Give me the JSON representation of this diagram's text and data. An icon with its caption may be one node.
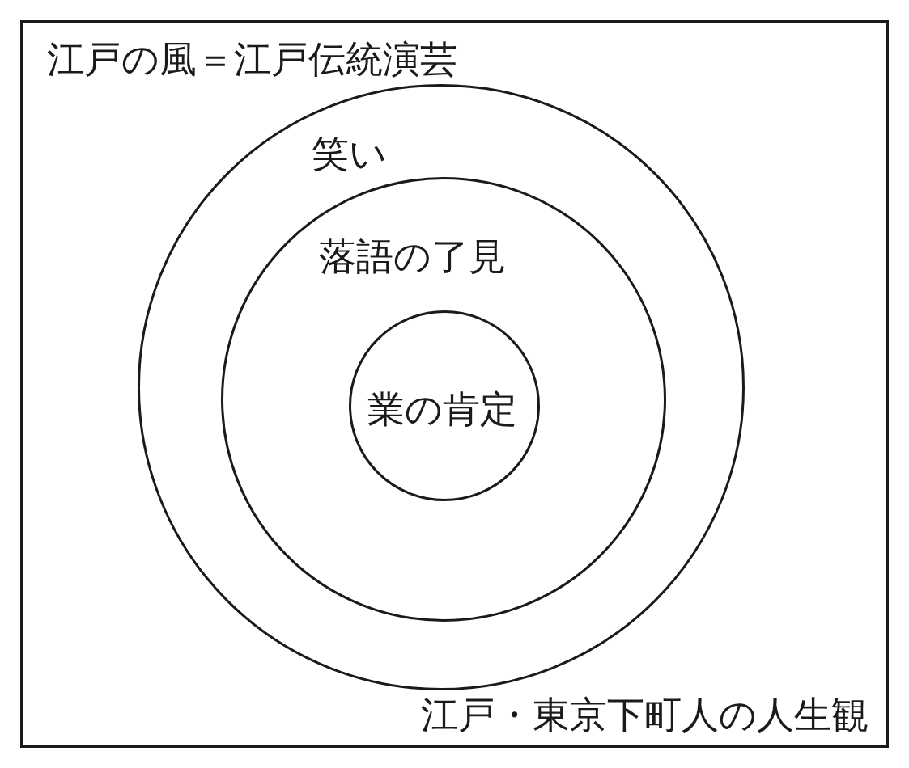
{
  "diagram": {
    "nodes": [
      {
        "text": [
          "江戸の風＝江戸伝統演芸",
          "江戸・東京下町人の人生観"
        ]
      },
      {
        "text": [
          "笑い"
        ],
        "in": 0
      },
      {
        "text": [
          "落語の了見"
        ],
        "in": 1
      },
      {
        "text": [
          "業の肯定"
        ],
        "in": 2
      }
    ]
  }
}
